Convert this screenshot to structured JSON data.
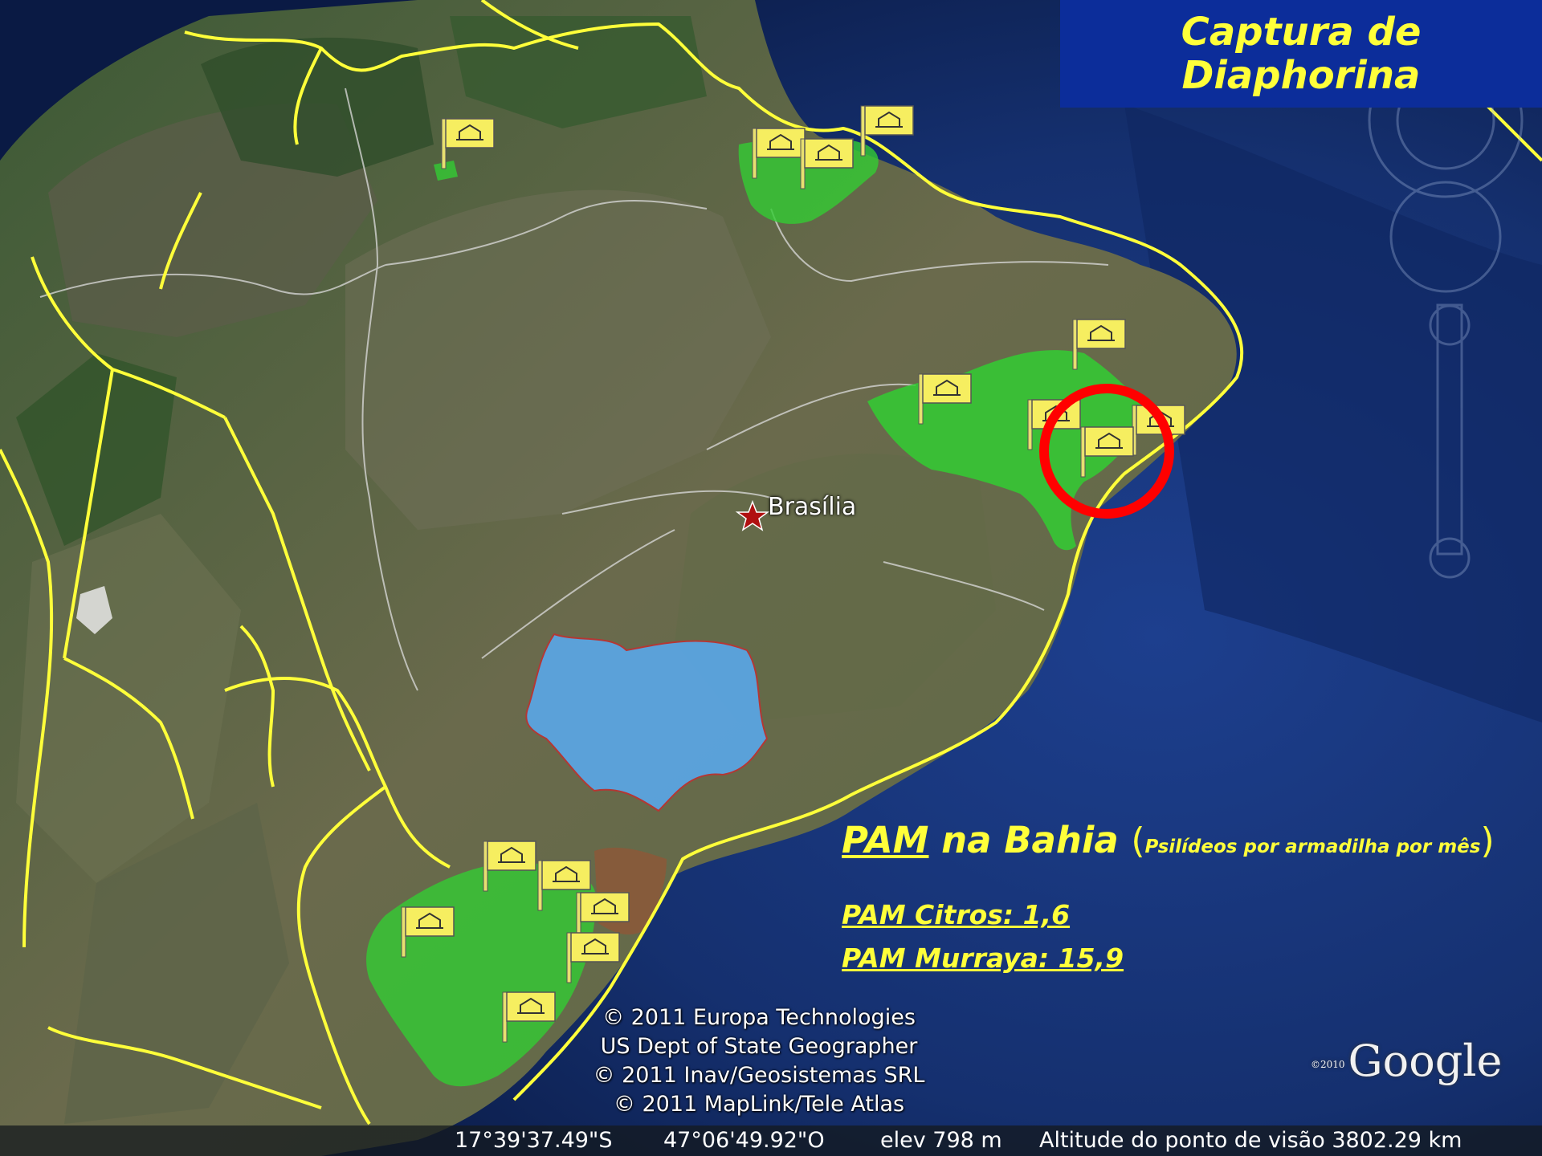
{
  "title": {
    "line1": "Captura de",
    "line2": "Diaphorina"
  },
  "city_label": "Brasília",
  "pam": {
    "heading_pam": "PAM",
    "heading_rest": " na Bahia ",
    "paren_open": "(",
    "paren_text": "Psilídeos por armadilha por mês",
    "paren_close": ")",
    "citros": "PAM Citros: 1,6",
    "murraya": "PAM Murraya: 15,9"
  },
  "copyright": [
    "© 2011 Europa Technologies",
    "US Dept of State Geographer",
    "© 2011 Inav/Geosistemas SRL",
    "© 2011 MapLink/Tele Atlas"
  ],
  "google": {
    "year": "©2010",
    "logo": "Google"
  },
  "status": {
    "lat": "17°39'37.49\"S",
    "lon": "47°06'49.92\"O",
    "elev": "elev  798 m",
    "alt": "Altitude do ponto de visão  3802.29 km"
  },
  "colors": {
    "title_bg": "#0c2d9a",
    "accent_text": "#ffff3a",
    "border_lines": "#ffff3a",
    "trap_region": "#33cc33",
    "highlight_circle": "#ff0000",
    "blue_region": "#5aa6e6"
  },
  "icons": {
    "flag": "yellow-flag-house-icon",
    "city": "star-icon"
  }
}
